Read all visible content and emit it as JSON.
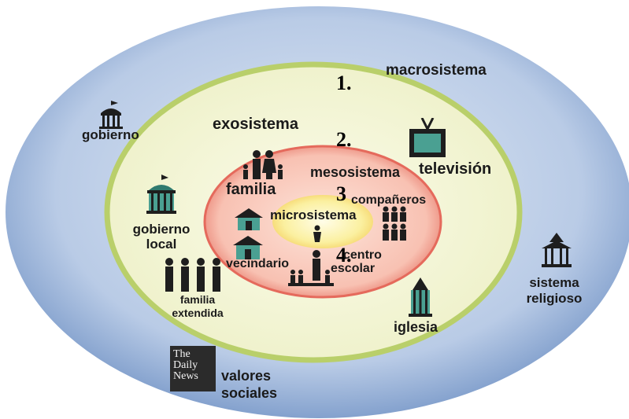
{
  "diagram": {
    "numbers": [
      "1.",
      "2.",
      "3",
      "4."
    ],
    "systems": {
      "macro": "macrosistema",
      "exo": "exosistema",
      "meso": "mesosistema",
      "micro": "microsistema"
    },
    "items": {
      "gobierno": "gobierno",
      "gobierno_local_1": "gobierno",
      "gobierno_local_2": "local",
      "familia": "familia",
      "vecindario": "vecindario",
      "companeros": "compañeros",
      "centro_escolar_1": "centro",
      "centro_escolar_2": "escolar",
      "familia_extendida_1": "familia",
      "familia_extendida_2": "extendida",
      "television": "televisión",
      "iglesia": "iglesia",
      "sistema_religioso_1": "sistema",
      "sistema_religioso_2": "religioso",
      "valores_sociales_1": "valores",
      "valores_sociales_2": "sociales"
    },
    "newspaper": [
      "The",
      "Daily",
      "News"
    ],
    "colors": {
      "macro": "#9fb6d9",
      "exo": "#f5f7dc",
      "exo_ring": "#b9cf6a",
      "meso": "#f6b6a6",
      "micro": "#fbf2a6",
      "icon_teal": "#3f8c80",
      "icon_dark": "#1e1e1e"
    }
  }
}
